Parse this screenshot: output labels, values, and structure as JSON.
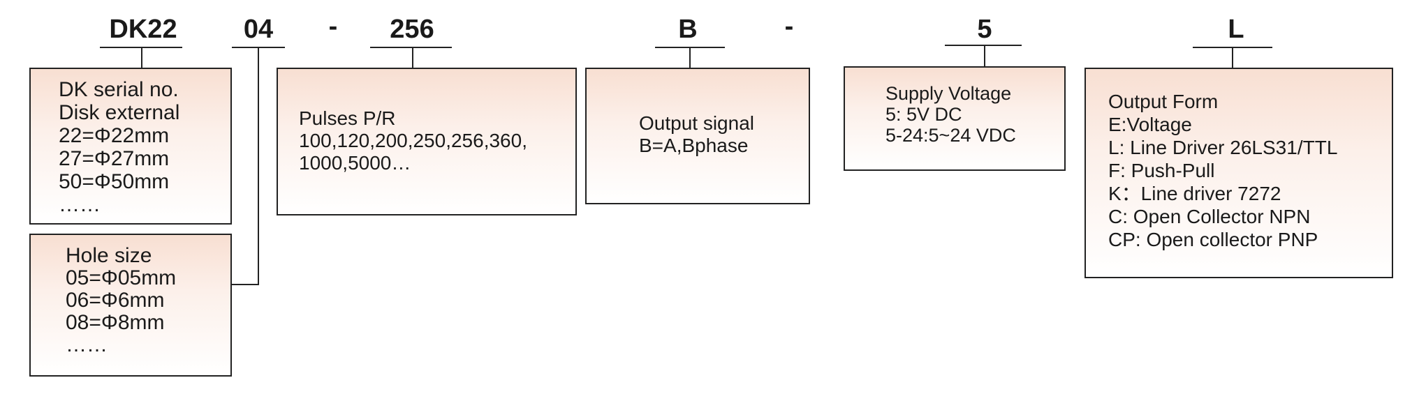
{
  "codes": {
    "series": "DK22",
    "hole": "04",
    "dash1": "-",
    "pulses": "256",
    "signal": "B",
    "dash2": "-",
    "voltage": "5",
    "output": "L"
  },
  "boxes": {
    "disk": {
      "title": "DK serial no.",
      "lines": [
        "Disk external",
        "22=Φ22mm",
        "27=Φ27mm",
        "50=Φ50mm",
        "……"
      ]
    },
    "hole": {
      "title": "Hole size",
      "lines": [
        "05=Φ05mm",
        "06=Φ6mm",
        "08=Φ8mm",
        "……"
      ]
    },
    "pulses": {
      "title": "Pulses  P/R",
      "lines": [
        "100,120,200,250,256,360,",
        "1000,5000…"
      ]
    },
    "signal": {
      "title": "Output signal",
      "lines": [
        "B=A,Bphase"
      ]
    },
    "voltage": {
      "title": "Supply Voltage",
      "lines": [
        "5: 5V DC",
        "5-24:5~24 VDC"
      ]
    },
    "output": {
      "title": "Output Form",
      "lines": [
        "E:Voltage",
        "L: Line Driver 26LS31/TTL",
        "F: Push-Pull",
        "K：Line driver 7272",
        "C: Open Collector NPN",
        "CP: Open collector PNP"
      ]
    }
  }
}
